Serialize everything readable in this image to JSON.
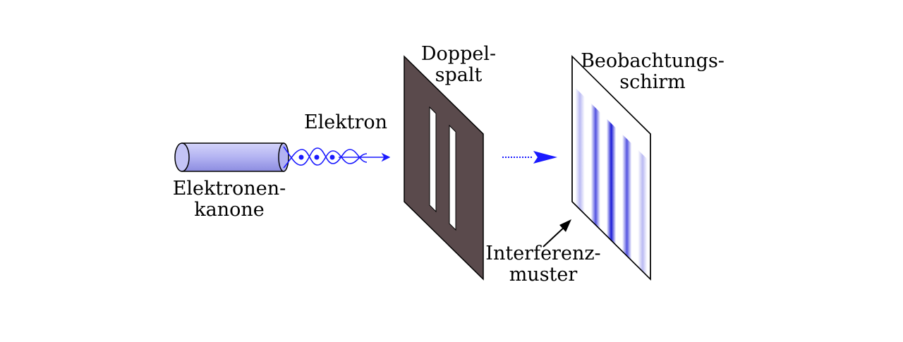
{
  "labels": {
    "gun": [
      "Elektronen-",
      "kanone"
    ],
    "electron": "Elektron",
    "double_slit": [
      "Doppel-",
      "spalt"
    ],
    "screen": [
      "Beobachtungs-",
      "schirm"
    ],
    "pattern": [
      "Interferenz-",
      "muster"
    ]
  },
  "colors": {
    "gun_body": "#b3b3f2",
    "slit_plate": "#5a4a4c",
    "wave": "#1a1aff",
    "fringe": "#1a1ad6"
  },
  "fringes": [
    0.3,
    0.75,
    1.0,
    0.75,
    0.3
  ]
}
